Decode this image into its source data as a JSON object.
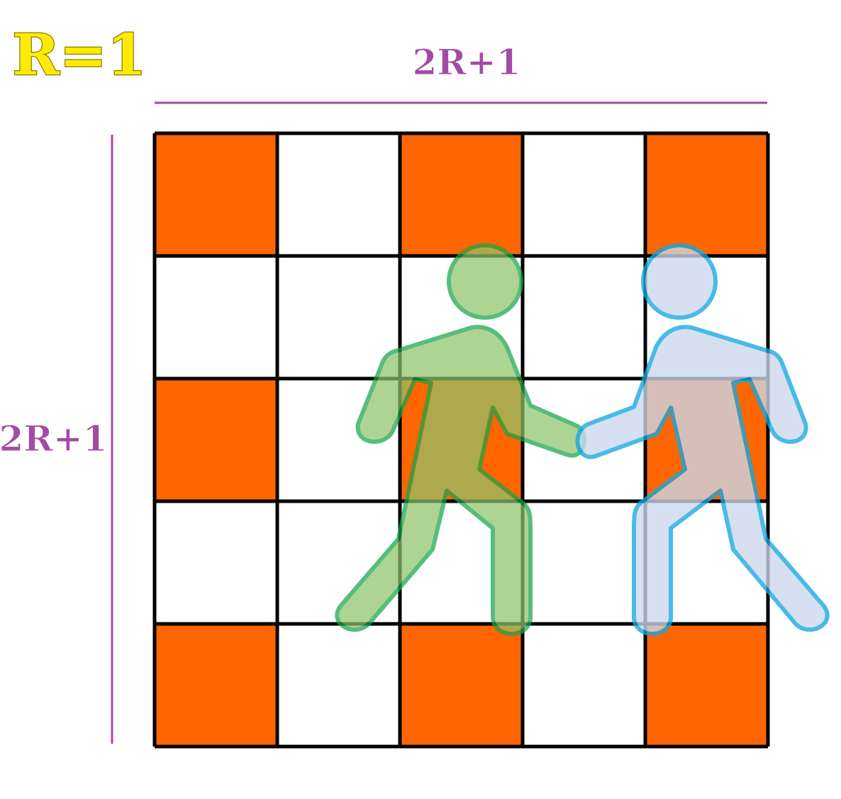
{
  "radius_label": "R=1",
  "top_dimension_label": "2R+1",
  "left_dimension_label": "2R+1",
  "grid": {
    "size": 5,
    "cells": [
      [
        "orange",
        "white",
        "orange",
        "white",
        "orange"
      ],
      [
        "white",
        "white",
        "white",
        "white",
        "white"
      ],
      [
        "orange",
        "white",
        "orange",
        "white",
        "orange"
      ],
      [
        "white",
        "white",
        "white",
        "white",
        "white"
      ],
      [
        "orange",
        "white",
        "orange",
        "white",
        "orange"
      ]
    ]
  },
  "colors": {
    "orange": "#ff6600",
    "white": "#ffffff",
    "dimension_line": "#a24ba6",
    "figure_left_fill": "#8fc46a",
    "figure_left_stroke": "#17a54a",
    "figure_right_fill": "#cdd8ee",
    "figure_right_stroke": "#14a8e0"
  },
  "figures": [
    "walking-person-green",
    "walking-person-blue"
  ]
}
